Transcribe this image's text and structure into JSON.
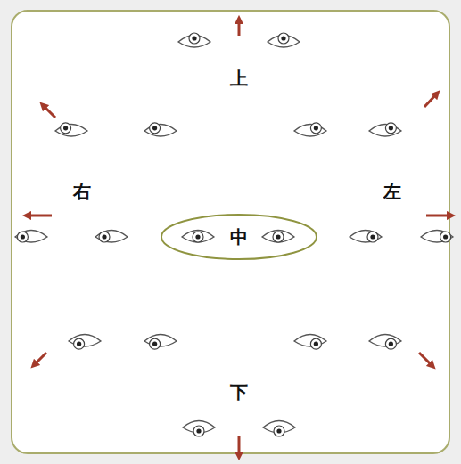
{
  "diagram": {
    "nodes": [
      {
        "text": [
          "中"
        ]
      }
    ],
    "labels": [
      "上",
      "右",
      "左",
      "下"
    ]
  }
}
